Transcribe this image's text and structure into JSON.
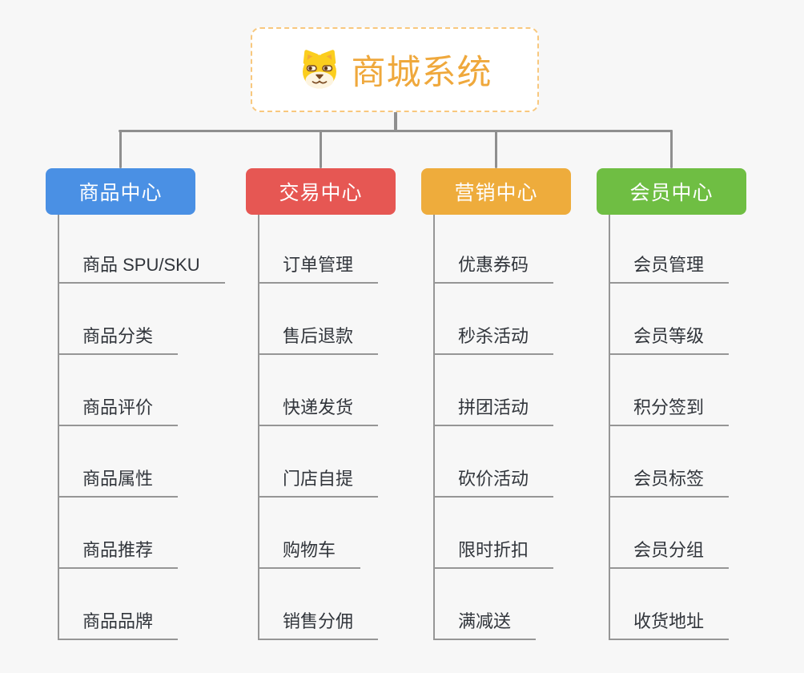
{
  "canvas": {
    "background": "#f7f7f7"
  },
  "root": {
    "title": "商城系统",
    "icon": "shiba-dog-icon",
    "accent_color": "#efa83c",
    "border_color": "#f8c87e"
  },
  "connectors": {
    "bus_color": "#8f8f8f",
    "line_color": "#969696"
  },
  "branches": [
    {
      "label": "商品中心",
      "color": "#4a90e4",
      "children": [
        "商品 SPU/SKU",
        "商品分类",
        "商品评价",
        "商品属性",
        "商品推荐",
        "商品品牌"
      ]
    },
    {
      "label": "交易中心",
      "color": "#e65753",
      "children": [
        "订单管理",
        "售后退款",
        "快递发货",
        "门店自提",
        "购物车",
        "销售分佣"
      ]
    },
    {
      "label": "营销中心",
      "color": "#eeac3c",
      "children": [
        "优惠券码",
        "秒杀活动",
        "拼团活动",
        "砍价活动",
        "限时折扣",
        "满减送"
      ]
    },
    {
      "label": "会员中心",
      "color": "#6fbe43",
      "children": [
        "会员管理",
        "会员等级",
        "积分签到",
        "会员标签",
        "会员分组",
        "收货地址"
      ]
    }
  ]
}
